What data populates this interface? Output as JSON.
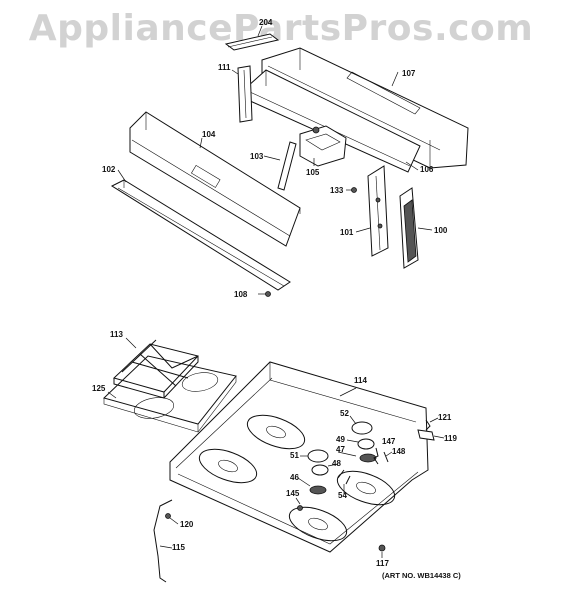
{
  "watermark": "AppliancePartsPros.com",
  "art_number": "(ART NO. WB14438 C)",
  "labels": {
    "l204": "204",
    "l111": "111",
    "l107": "107",
    "l104": "104",
    "l103": "103",
    "l105": "105",
    "l106": "106",
    "l102": "102",
    "l133": "133",
    "l101": "101",
    "l100": "100",
    "l108": "108",
    "l113": "113",
    "l125": "125",
    "l114": "114",
    "l52": "52",
    "l121": "121",
    "l49": "49",
    "l147": "147",
    "l119": "119",
    "l51": "51",
    "l48": "48",
    "l47": "47",
    "l148": "148",
    "l46": "46",
    "l54": "54",
    "l145": "145",
    "l120": "120",
    "l115": "115",
    "l117": "117"
  }
}
